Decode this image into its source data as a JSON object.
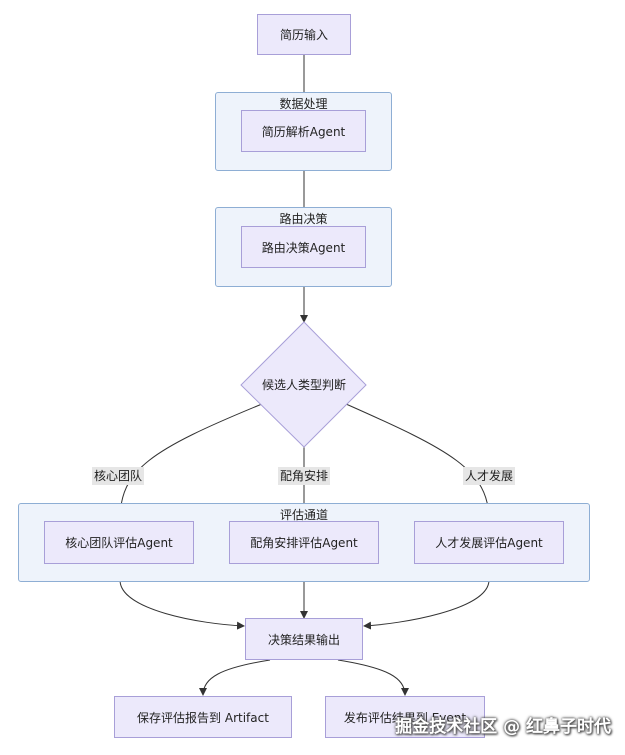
{
  "diagram": {
    "clusters": {
      "data_processing": "数据处理",
      "routing": "路由决策",
      "evaluation": "评估通道"
    },
    "nodes": {
      "resume_input": "简历输入",
      "resume_parse": "简历解析Agent",
      "route_agent": "路由决策Agent",
      "candidate_type": "候选人类型判断",
      "core_team_eval": "核心团队评估Agent",
      "placement_eval": "配角安排评估Agent",
      "talent_eval": "人才发展评估Agent",
      "decision_output": "决策结果输出",
      "save_report": "保存评估报告到 Artifact",
      "publish_result": "发布评估结果到 Event"
    },
    "edge_labels": {
      "core_team": "核心团队",
      "placement": "配角安排",
      "talent_dev": "人才发展"
    },
    "colors": {
      "node_fill": "#ece9fb",
      "node_border": "#a89fd8",
      "cluster_fill": "#eef3fb",
      "cluster_border": "#8eaed4",
      "edge": "#333333"
    }
  },
  "watermark": {
    "text": "掘金技术社区 @ 红鼻子时代"
  }
}
